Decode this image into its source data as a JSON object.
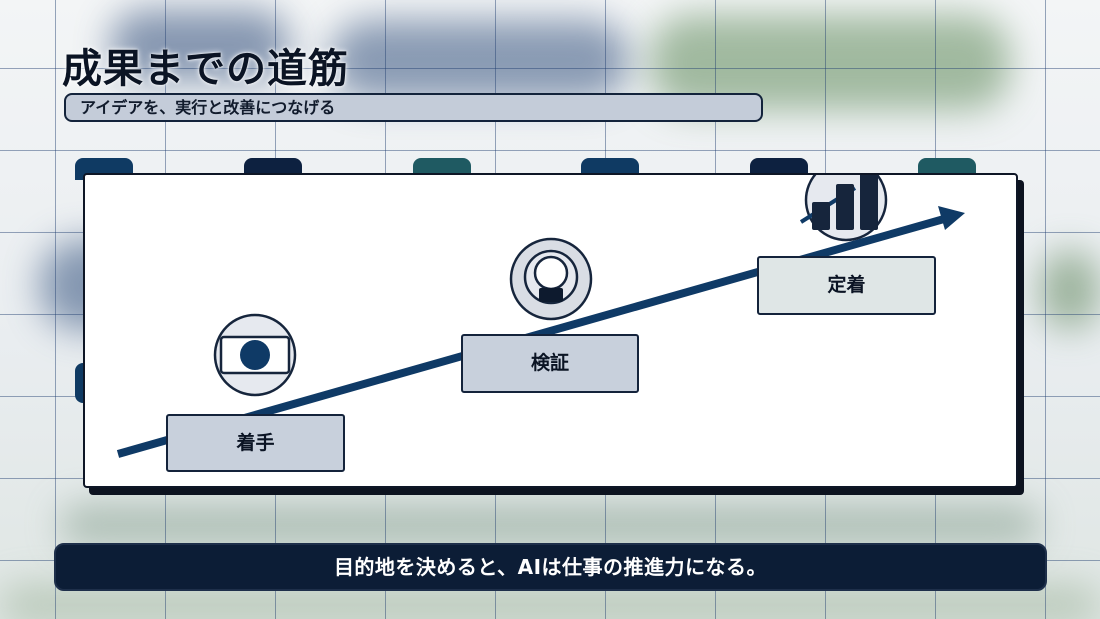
{
  "slide": {
    "title": "成果までの道筋",
    "subtitle": "アイデアを、実行と改善につなげる",
    "footer": "目的地を決めると、AIは仕事の推進力になる。"
  },
  "steps": [
    {
      "label": "着手",
      "icon": "target-icon"
    },
    {
      "label": "検証",
      "icon": "lightbulb-icon"
    },
    {
      "label": "定着",
      "icon": "growth-chart-icon"
    }
  ],
  "colors": {
    "navy": "#0c1d36",
    "arrow": "#0f3a66",
    "label_fill": "#c8d0dc",
    "label_fill_last": "#dfe6e6",
    "icon_fill": "#e6e9ef"
  }
}
